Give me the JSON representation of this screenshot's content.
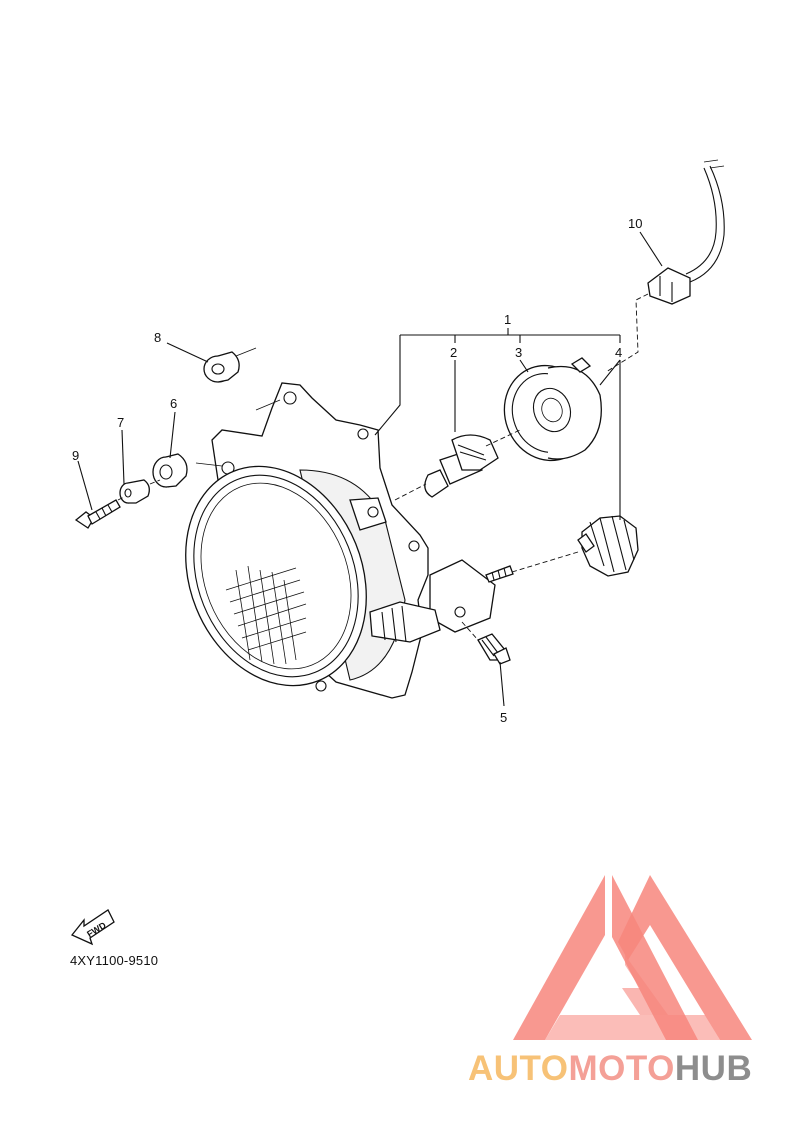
{
  "diagram": {
    "callouts": [
      "1",
      "2",
      "3",
      "4",
      "5",
      "6",
      "7",
      "8",
      "9",
      "10"
    ],
    "fwd_label": "FWD",
    "code": "4XY1100-9510"
  },
  "brand": {
    "part1": "AUTO",
    "part2": "MOTO",
    "part3": "HUB"
  },
  "colors": {
    "ink": "#111111",
    "logo_red": "#f7867d",
    "brand_orange": "#f7c277",
    "brand_pink": "#f4a097",
    "brand_gray": "#8d8d8d"
  }
}
